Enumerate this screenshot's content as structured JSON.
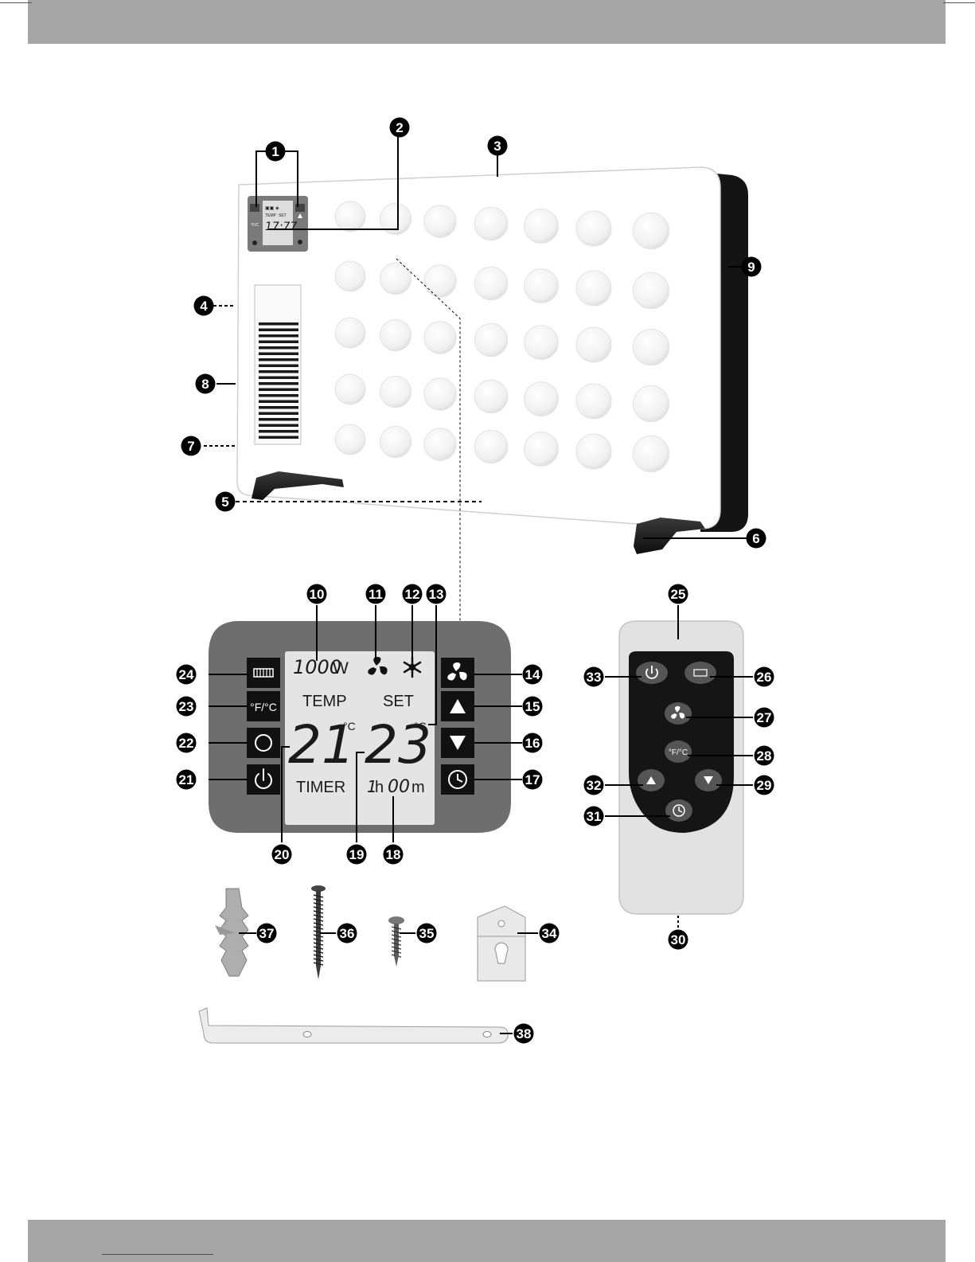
{
  "display": {
    "wattage_value": "1000",
    "wattage_unit": "W",
    "temp_label": "TEMP",
    "set_label": "SET",
    "current_temp": "21",
    "current_unit": "°C",
    "set_temp": "23",
    "set_unit": "°C",
    "timer_label": "TIMER",
    "timer_hours": "1",
    "timer_h": "h",
    "timer_minutes": "00",
    "timer_m": "m"
  },
  "buttons": {
    "unit_toggle": "°F/°C",
    "remote_unit_toggle": "°F/°C"
  },
  "mini_display": {
    "temp_label": "TEMP",
    "set_label": "SET",
    "unit_toggle": "°F/C"
  },
  "callouts": [
    "1",
    "2",
    "3",
    "4",
    "5",
    "6",
    "7",
    "8",
    "9",
    "10",
    "11",
    "12",
    "13",
    "14",
    "15",
    "16",
    "17",
    "18",
    "19",
    "20",
    "21",
    "22",
    "23",
    "24",
    "25",
    "26",
    "27",
    "28",
    "29",
    "30",
    "31",
    "32",
    "33",
    "34",
    "35",
    "36",
    "37",
    "38"
  ],
  "colors": {
    "band": "#a5a5a5",
    "panel": "#6e6e6e",
    "lcd": "#e4e4e4",
    "button": "#111111",
    "remote_face": "#151515",
    "remote_body": "#e2e2e2"
  }
}
